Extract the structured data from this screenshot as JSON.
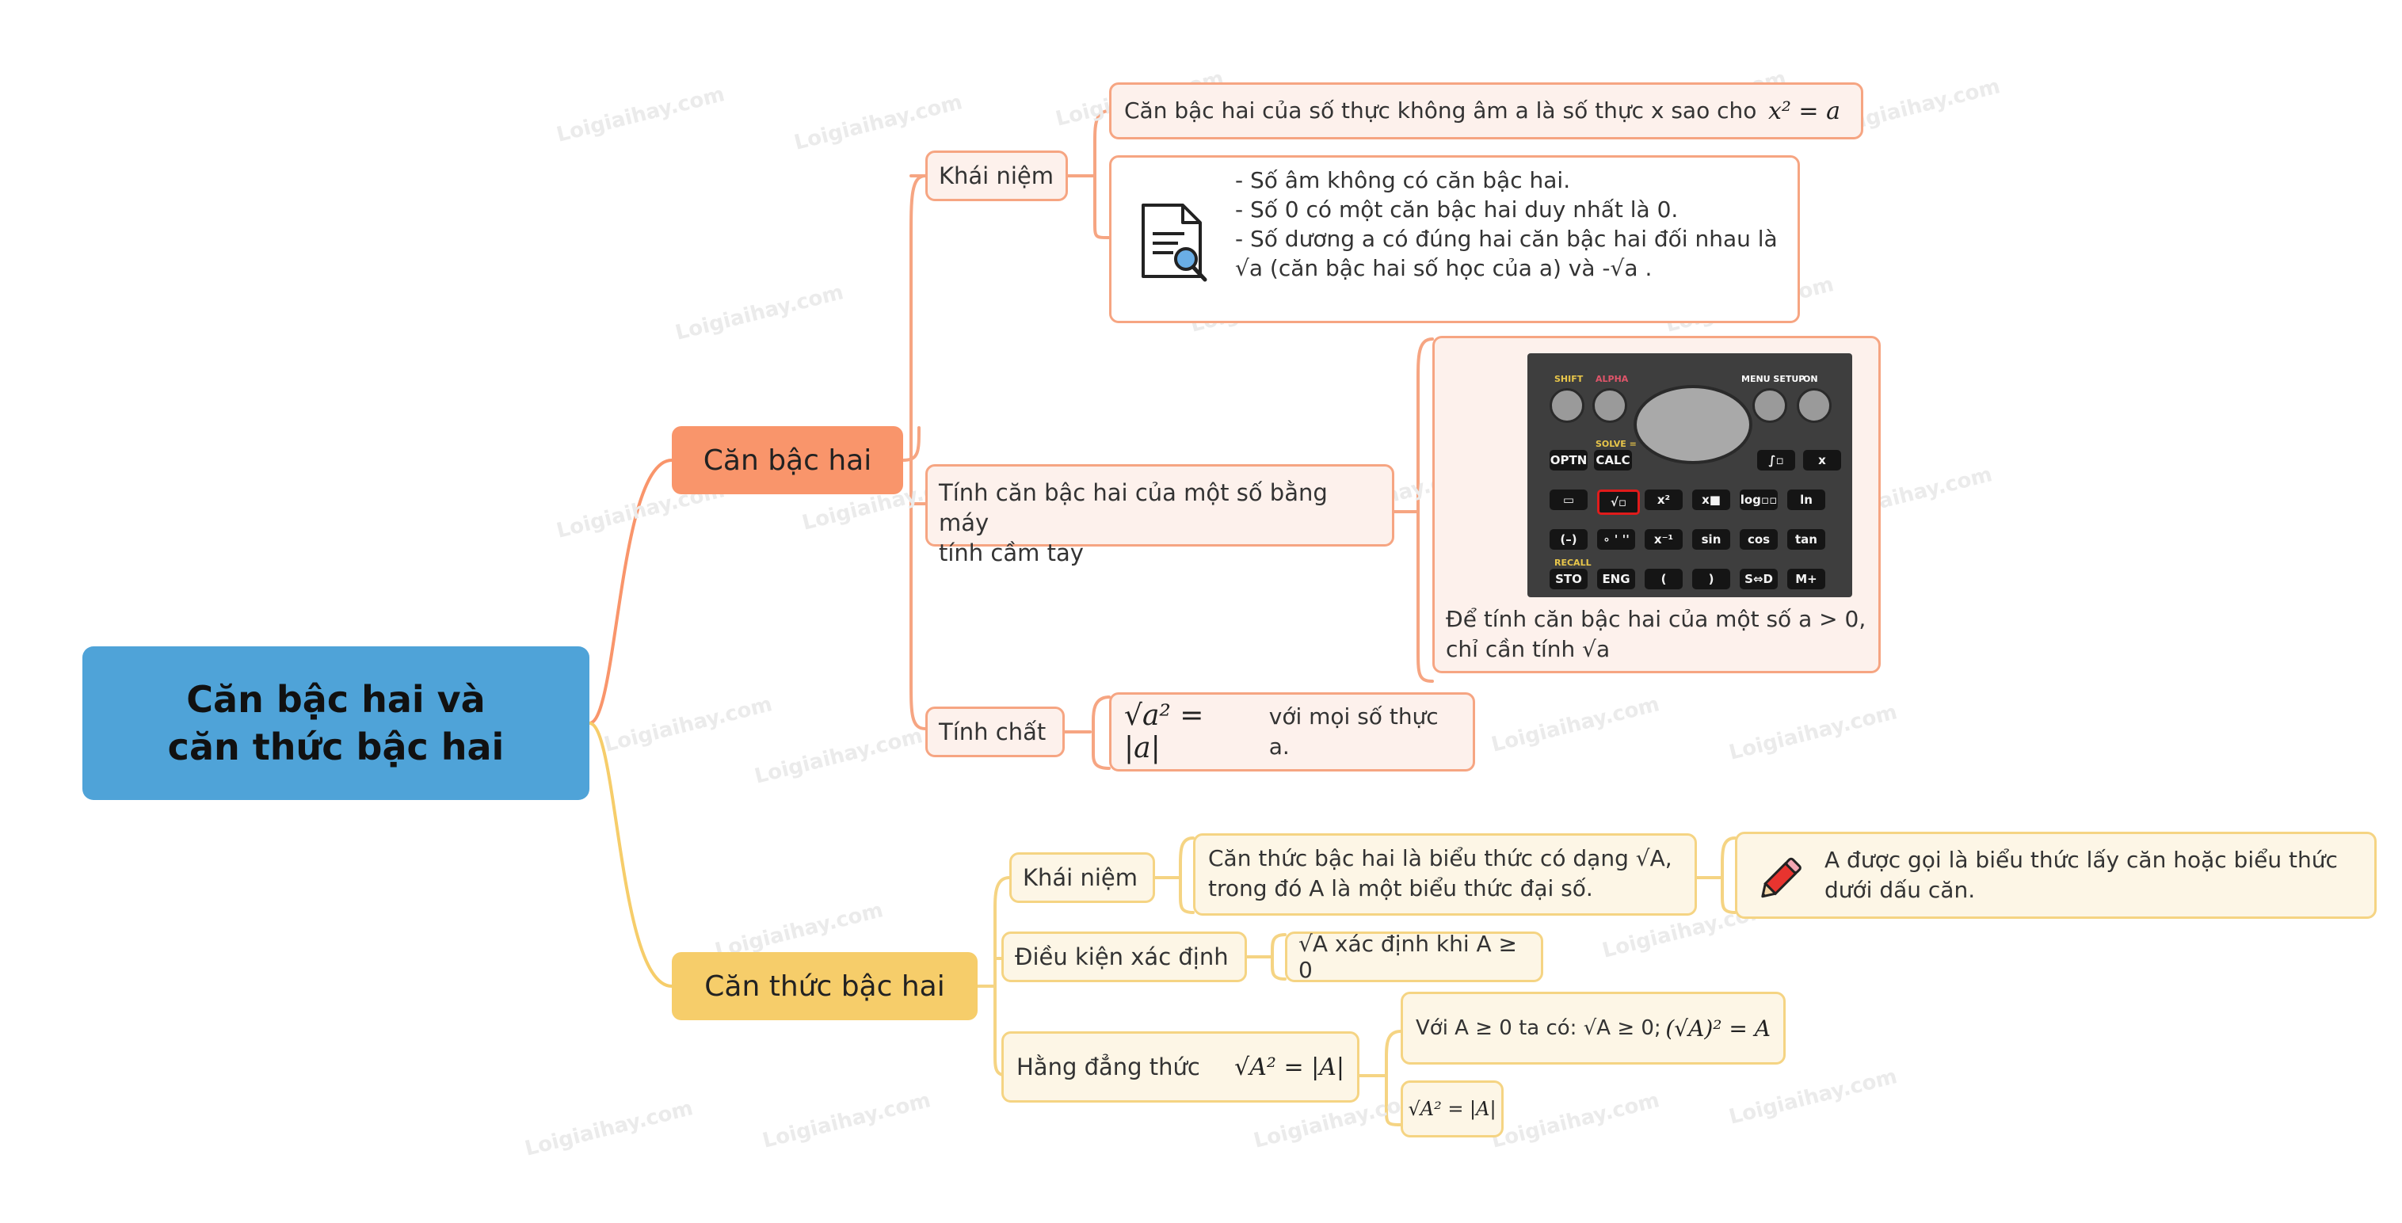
{
  "watermark": "Loigiaihay.com",
  "root": {
    "line1": "Căn bậc hai và",
    "line2": "căn thức bậc hai"
  },
  "can_bac_hai": {
    "label": "Căn bậc hai",
    "khai_niem": {
      "label": "Khái niệm",
      "definition": "Căn bậc hai của số thực không âm a là số thực x sao cho",
      "definition_formula": "x² = a",
      "notes": [
        "- Số âm không có căn bậc hai.",
        "- Số 0 có một căn bậc hai duy nhất là 0.",
        "- Số dương a có đúng hai căn bậc hai đối nhau là",
        "√a (căn bậc hai số học của a) và -√a ."
      ]
    },
    "may_tinh": {
      "label_line1": "Tính căn bậc hai của một số bằng máy",
      "label_line2": "tính cầm tay",
      "caption_line1": "Để tính căn bậc hai của một số a > 0,",
      "caption_line2": "chỉ cần tính √a",
      "calculator": {
        "top_labels": [
          "SHIFT",
          "ALPHA",
          "MENU SETUP",
          "ON"
        ],
        "rows": [
          [
            "OPTN",
            "CALC",
            "∫▫",
            "x"
          ],
          [
            "▭",
            "√▫",
            "x²",
            "x■",
            "log▫▫",
            "ln"
          ],
          [
            "(–)",
            "∘ ' ''",
            "x⁻¹",
            "sin",
            "cos",
            "tan"
          ],
          [
            "STO",
            "ENG",
            "(",
            ")",
            "S⇔D",
            "M+"
          ]
        ],
        "small_labels": [
          "SOLVE =",
          "RECALL"
        ]
      }
    },
    "tinh_chat": {
      "label": "Tính chất",
      "formula": "√a² = |a|",
      "text": "với mọi số thực a."
    }
  },
  "can_thuc_bac_hai": {
    "label": "Căn thức bậc hai",
    "khai_niem": {
      "label": "Khái niệm",
      "text_line1": "Căn thức bậc hai là biểu thức có dạng √A,",
      "text_line2": "trong đó A là một biểu thức đại số.",
      "note_line1": "A được gọi là biểu thức lấy căn hoặc biểu thức",
      "note_line2": "dưới dấu căn."
    },
    "dieu_kien": {
      "label": "Điều kiện xác định",
      "text": "√A xác định khi A ≥ 0"
    },
    "hang_dang_thuc": {
      "label": "Hằng đẳng thức",
      "formula": "√A² = |A|",
      "item1_text": "Với A ≥ 0 ta có: √A ≥ 0;",
      "item1_formula": "(√A)² = A",
      "item2_formula": "√A² = |A|"
    }
  },
  "colors": {
    "root": "#4fa3d8",
    "orange_branch": "#f9956b",
    "orange_border": "#f6a582",
    "orange_fill": "#fdf1ec",
    "yellow_branch": "#f6cd6a",
    "yellow_border": "#f5d483",
    "yellow_fill": "#fdf6e6"
  },
  "icons": [
    "document-search-icon",
    "pencil-icon"
  ]
}
